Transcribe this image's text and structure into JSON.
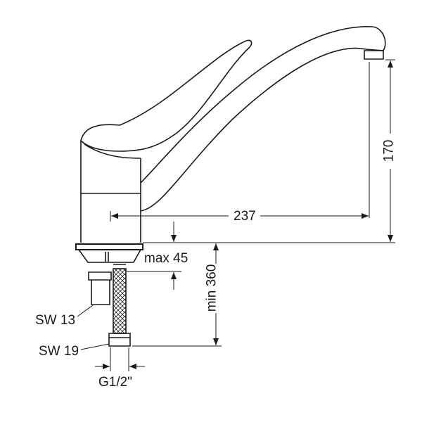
{
  "dimensions": {
    "spout_reach": "237",
    "spout_height": "170",
    "max_thickness": "max 45",
    "min_hose_length": "min 360",
    "wrench_size_valve": "SW 13",
    "wrench_size_nut": "SW 19",
    "thread": "G1/2\""
  },
  "colors": {
    "line": "#1a1a1a",
    "background": "#ffffff"
  }
}
